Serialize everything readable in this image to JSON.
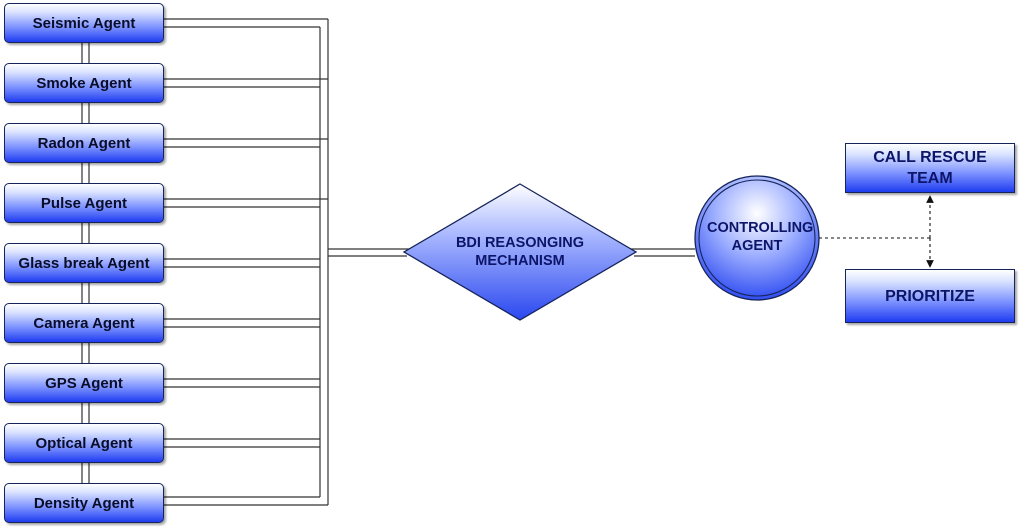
{
  "agents": [
    {
      "label": "Seismic Agent"
    },
    {
      "label": "Smoke Agent"
    },
    {
      "label": "Radon Agent"
    },
    {
      "label": "Pulse Agent"
    },
    {
      "label": "Glass break Agent"
    },
    {
      "label": "Camera Agent"
    },
    {
      "label": "GPS Agent"
    },
    {
      "label": "Optical Agent"
    },
    {
      "label": "Density Agent"
    }
  ],
  "reasoning": {
    "label": "BDI REASONGING MECHANISM"
  },
  "controller": {
    "label": "CONTROLLING AGENT"
  },
  "actions": {
    "rescue": "CALL RESCUE TEAM",
    "prioritize": "PRIORITIZE"
  },
  "colors": {
    "box_gradient_top": "#ffffff",
    "box_gradient_bottom": "#1f3cf0",
    "text": "#0c1568",
    "connector": "#333333"
  }
}
